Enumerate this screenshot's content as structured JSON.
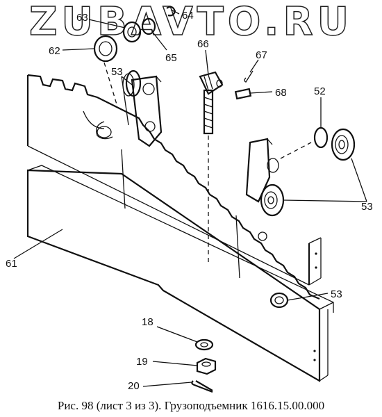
{
  "watermark": "ZUBAVTO.RU",
  "caption": "Рис. 98 (лист 3 из 3). Грузоподъемник 1616.15.00.000",
  "callouts": {
    "c61": "61",
    "c62": "62",
    "c63": "63",
    "c64": "64",
    "c65": "65",
    "c66": "66",
    "c67": "67",
    "c68": "68",
    "c52": "52",
    "c53a": "53",
    "c53b": "53",
    "c53c": "53",
    "c18": "18",
    "c19": "19",
    "c20": "20"
  }
}
